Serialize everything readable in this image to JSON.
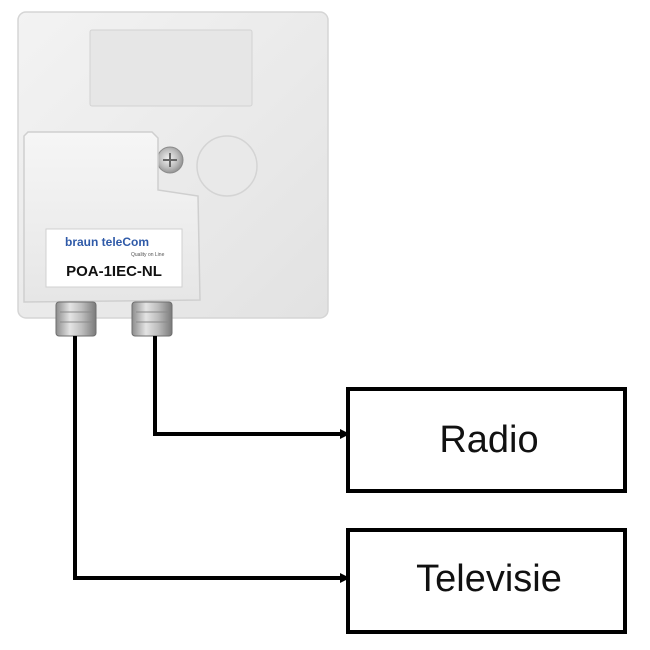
{
  "device": {
    "brand": "braun teleCom",
    "tagline": "Quality on Line",
    "model": "POA-1IEC-NL"
  },
  "outputs": {
    "radio_label": "Radio",
    "tv_label": "Televisie"
  },
  "colors": {
    "plate": "#ececec",
    "plate_edge": "#d8d8d8",
    "label_bg": "#ffffff",
    "brand_blue": "#2f5aa8",
    "line": "#000000"
  }
}
